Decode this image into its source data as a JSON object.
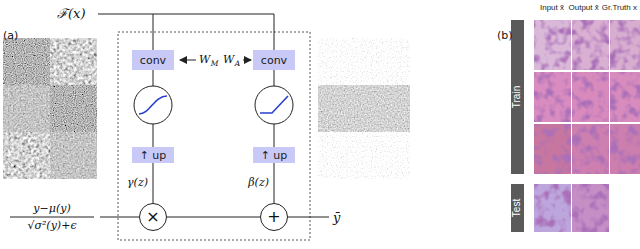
{
  "diagram": {
    "nodes": [
      {
        "text": [
          "conv"
        ]
      },
      {
        "text": [
          "conv"
        ]
      },
      {
        "text": [
          "↑ up"
        ]
      },
      {
        "text": [
          "↑ up"
        ]
      },
      {
        "text": [
          "×"
        ]
      },
      {
        "text": [
          "+"
        ]
      },
      {
        "text": [
          "Train"
        ]
      },
      {
        "text": [
          "Test"
        ]
      }
    ],
    "edges": [
      {
        "from": 0,
        "to": 2,
        "arrow": "none"
      },
      {
        "from": 1,
        "to": 3,
        "arrow": "none"
      },
      {
        "from": 2,
        "to": 4,
        "label": "γ(z)",
        "arrow": "none"
      },
      {
        "from": 3,
        "to": 5,
        "label": "β(z)",
        "arrow": "none"
      },
      {
        "from": 4,
        "to": 5,
        "arrow": "none"
      }
    ],
    "labels": [
      "(a)",
      "ℱ(x)",
      "W",
      "M",
      "W",
      "A",
      "y−μ(y)",
      "√σ²(y)+ϵ",
      "ȳ",
      "(b)",
      "Input x̃",
      "Output x̂",
      "Gr.Truth x"
    ]
  }
}
